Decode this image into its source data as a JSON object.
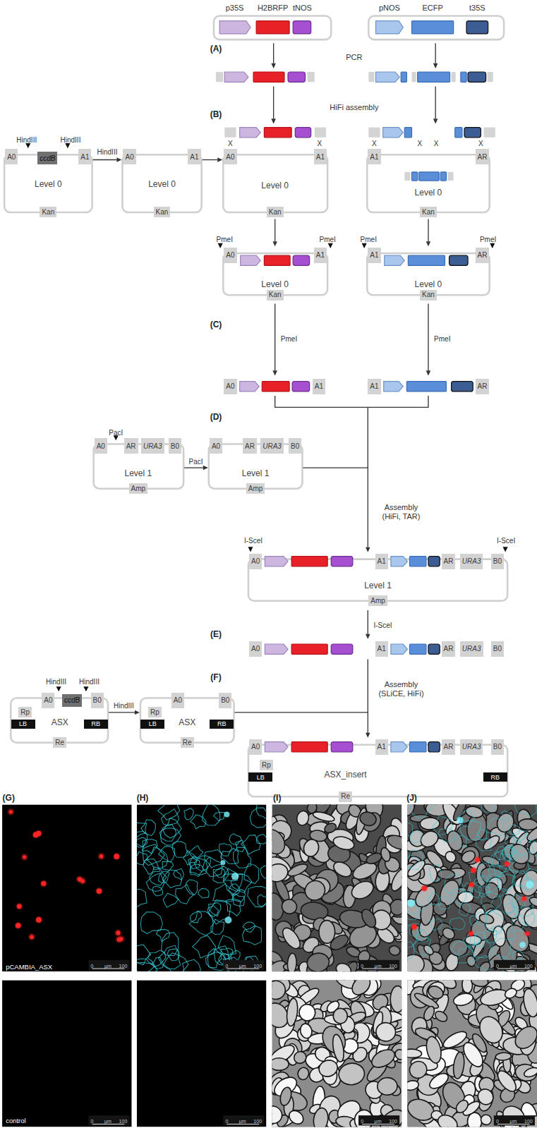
{
  "diagram": {
    "nodes": [
      {
        "text": [
          "Level 0"
        ]
      },
      {
        "text": [
          "A0"
        ],
        "in": 0
      },
      {
        "text": [
          "ccdB"
        ],
        "in": 0
      },
      {
        "text": [
          "A1"
        ],
        "in": 0
      },
      {
        "text": [
          "Kan"
        ],
        "in": 0
      },
      {
        "text": [
          "Level 0"
        ]
      },
      {
        "text": [
          "A0"
        ],
        "in": 5
      },
      {
        "text": [
          "A1"
        ],
        "in": 5
      },
      {
        "text": [
          "Kan"
        ],
        "in": 5
      },
      {
        "text": [
          "Level 0"
        ]
      },
      {
        "text": [
          "A0"
        ],
        "in": 9
      },
      {
        "text": [
          "A1"
        ],
        "in": 9
      },
      {
        "text": [
          "Kan"
        ],
        "in": 9
      },
      {
        "text": [
          "Level 0"
        ]
      },
      {
        "text": [
          "A1"
        ],
        "in": 13
      },
      {
        "text": [
          "AR"
        ],
        "in": 13
      },
      {
        "text": [
          "Kan"
        ],
        "in": 13
      },
      {
        "text": [
          "Level 0"
        ]
      },
      {
        "text": [
          "A0"
        ],
        "in": 17
      },
      {
        "text": [
          "A1"
        ],
        "in": 17
      },
      {
        "text": [
          "Kan"
        ],
        "in": 17
      },
      {
        "text": [
          "Level 0"
        ]
      },
      {
        "text": [
          "A1"
        ],
        "in": 21
      },
      {
        "text": [
          "AR"
        ],
        "in": 21
      },
      {
        "text": [
          "Kan"
        ],
        "in": 21
      },
      {
        "text": [
          "A0"
        ]
      },
      {
        "text": [
          "A1"
        ]
      },
      {
        "text": [
          "A1"
        ]
      },
      {
        "text": [
          "AR"
        ]
      },
      {
        "text": [
          "Level 1"
        ]
      },
      {
        "text": [
          "A0"
        ],
        "in": 29
      },
      {
        "text": [
          "AR"
        ],
        "in": 29
      },
      {
        "text": [
          "URA3"
        ],
        "in": 29
      },
      {
        "text": [
          "B0"
        ],
        "in": 29
      },
      {
        "text": [
          "Amp"
        ],
        "in": 29
      },
      {
        "text": [
          "Level 1"
        ]
      },
      {
        "text": [
          "A0"
        ],
        "in": 35
      },
      {
        "text": [
          "AR"
        ],
        "in": 35
      },
      {
        "text": [
          "URA3"
        ],
        "in": 35
      },
      {
        "text": [
          "B0"
        ],
        "in": 35
      },
      {
        "text": [
          "Amp"
        ],
        "in": 35
      },
      {
        "text": [
          "Level 1"
        ]
      },
      {
        "text": [
          "A0"
        ],
        "in": 41
      },
      {
        "text": [
          "A1"
        ],
        "in": 41
      },
      {
        "text": [
          "AR"
        ],
        "in": 41
      },
      {
        "text": [
          "URA3"
        ],
        "in": 41
      },
      {
        "text": [
          "B0"
        ],
        "in": 41
      },
      {
        "text": [
          "Amp"
        ],
        "in": 41
      },
      {
        "text": [
          "A0"
        ]
      },
      {
        "text": [
          "A1"
        ]
      },
      {
        "text": [
          "AR"
        ]
      },
      {
        "text": [
          "URA3"
        ]
      },
      {
        "text": [
          "B0"
        ]
      },
      {
        "text": [
          "ASX"
        ]
      },
      {
        "text": [
          "A0"
        ],
        "in": 53
      },
      {
        "text": [
          "ccdB"
        ],
        "in": 53
      },
      {
        "text": [
          "B0"
        ],
        "in": 53
      },
      {
        "text": [
          "Rp"
        ],
        "in": 53
      },
      {
        "text": [
          "LB"
        ],
        "in": 53
      },
      {
        "text": [
          "RB"
        ],
        "in": 53
      },
      {
        "text": [
          "Re"
        ],
        "in": 53
      },
      {
        "text": [
          "ASX"
        ]
      },
      {
        "text": [
          "A0"
        ],
        "in": 61
      },
      {
        "text": [
          "B0"
        ],
        "in": 61
      },
      {
        "text": [
          "Rp"
        ],
        "in": 61
      },
      {
        "text": [
          "LB"
        ],
        "in": 61
      },
      {
        "text": [
          "RB"
        ],
        "in": 61
      },
      {
        "text": [
          "Re"
        ],
        "in": 61
      },
      {
        "text": [
          "ASX_insert"
        ]
      },
      {
        "text": [
          "A0"
        ],
        "in": 68
      },
      {
        "text": [
          "A1"
        ],
        "in": 68
      },
      {
        "text": [
          "AR"
        ],
        "in": 68
      },
      {
        "text": [
          "URA3"
        ],
        "in": 68
      },
      {
        "text": [
          "B0"
        ],
        "in": 68
      },
      {
        "text": [
          "Rp"
        ],
        "in": 68
      },
      {
        "text": [
          "LB"
        ],
        "in": 68
      },
      {
        "text": [
          "RB"
        ],
        "in": 68
      },
      {
        "text": [
          "Re"
        ],
        "in": 68
      }
    ],
    "edges": [
      {
        "from": 0,
        "to": 5,
        "arrow": "to",
        "label": "HindIII"
      },
      {
        "from": 5,
        "to": 9,
        "arrow": "to"
      },
      {
        "from": 9,
        "to": 17,
        "arrow": "to"
      },
      {
        "from": 13,
        "to": 21,
        "arrow": "to"
      },
      {
        "from": 29,
        "to": 35,
        "arrow": "to",
        "label": "PacI"
      },
      {
        "from": 35,
        "to": 41,
        "arrow": "to"
      },
      {
        "from": 53,
        "to": 61,
        "arrow": "to",
        "label": "HindIII"
      },
      {
        "from": 61,
        "to": 68,
        "arrow": "to"
      }
    ],
    "labels": [
      "p35S",
      "H2BRFP",
      "tNOS",
      "pNOS",
      "ECFP",
      "t35S",
      "(A)",
      "PCR",
      "(B)",
      "HiFi assembly",
      "HindIII",
      "HindIII",
      "X",
      "X",
      "X",
      "X",
      "X",
      "X",
      "PmeI",
      "PmeI",
      "PmeI",
      "PmeI",
      "(C)",
      "PmeI",
      "PmeI",
      "(D)",
      "PacI",
      "Assembly (HiFi, TAR)",
      "I-SceI",
      "I-SceI",
      "(E)",
      "I-SceI",
      "(F)",
      "HindIII",
      "HindIII",
      "Assembly (SLiCE, HiFi)",
      "(G)",
      "(H)",
      "(I)",
      "(J)",
      "pCAMBIA_ASX",
      "control",
      "0",
      "μm",
      "100",
      "0",
      "μm",
      "100",
      "0",
      "μm",
      "100",
      "0",
      "μm",
      "100",
      "0",
      "μm",
      "100",
      "0",
      "μm",
      "100",
      "0",
      "μm",
      "100",
      "0",
      "μm",
      "100"
    ]
  }
}
